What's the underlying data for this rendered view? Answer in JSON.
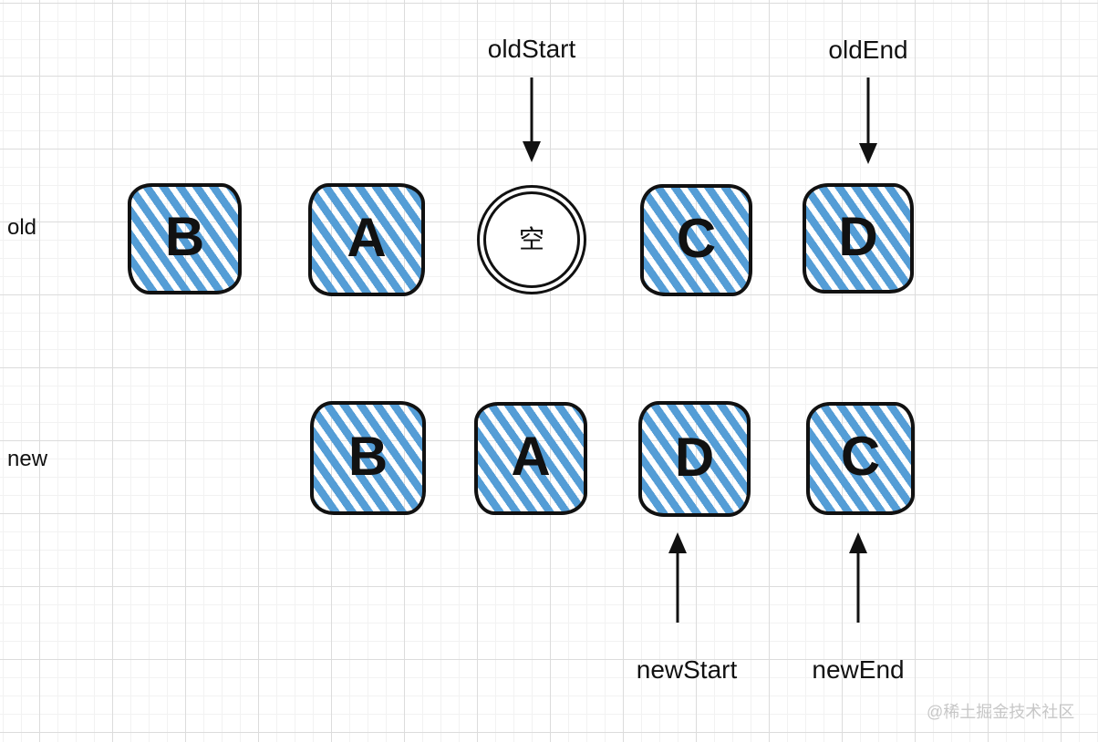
{
  "diagram": {
    "description": "list-diff old/new nodes diagram",
    "colors": {
      "hatch_blue": "#549dd6",
      "stroke_black": "#111111",
      "grid_minor": "#f2f2f2",
      "grid_major": "#dcdcdc",
      "watermark_gray": "#c7c7c7"
    },
    "rows": {
      "old": {
        "label": "old",
        "items": [
          {
            "type": "box",
            "letter": "B"
          },
          {
            "type": "box",
            "letter": "A"
          },
          {
            "type": "circle",
            "letter": "空"
          },
          {
            "type": "box",
            "letter": "C"
          },
          {
            "type": "box",
            "letter": "D"
          }
        ]
      },
      "new": {
        "label": "new",
        "items": [
          {
            "type": "box",
            "letter": "B"
          },
          {
            "type": "box",
            "letter": "A"
          },
          {
            "type": "box",
            "letter": "D"
          },
          {
            "type": "box",
            "letter": "C"
          }
        ]
      }
    },
    "pointers": {
      "old_start": "oldStart",
      "old_end": "oldEnd",
      "new_start": "newStart",
      "new_end": "newEnd"
    },
    "watermark": "@稀土掘金技术社区"
  }
}
